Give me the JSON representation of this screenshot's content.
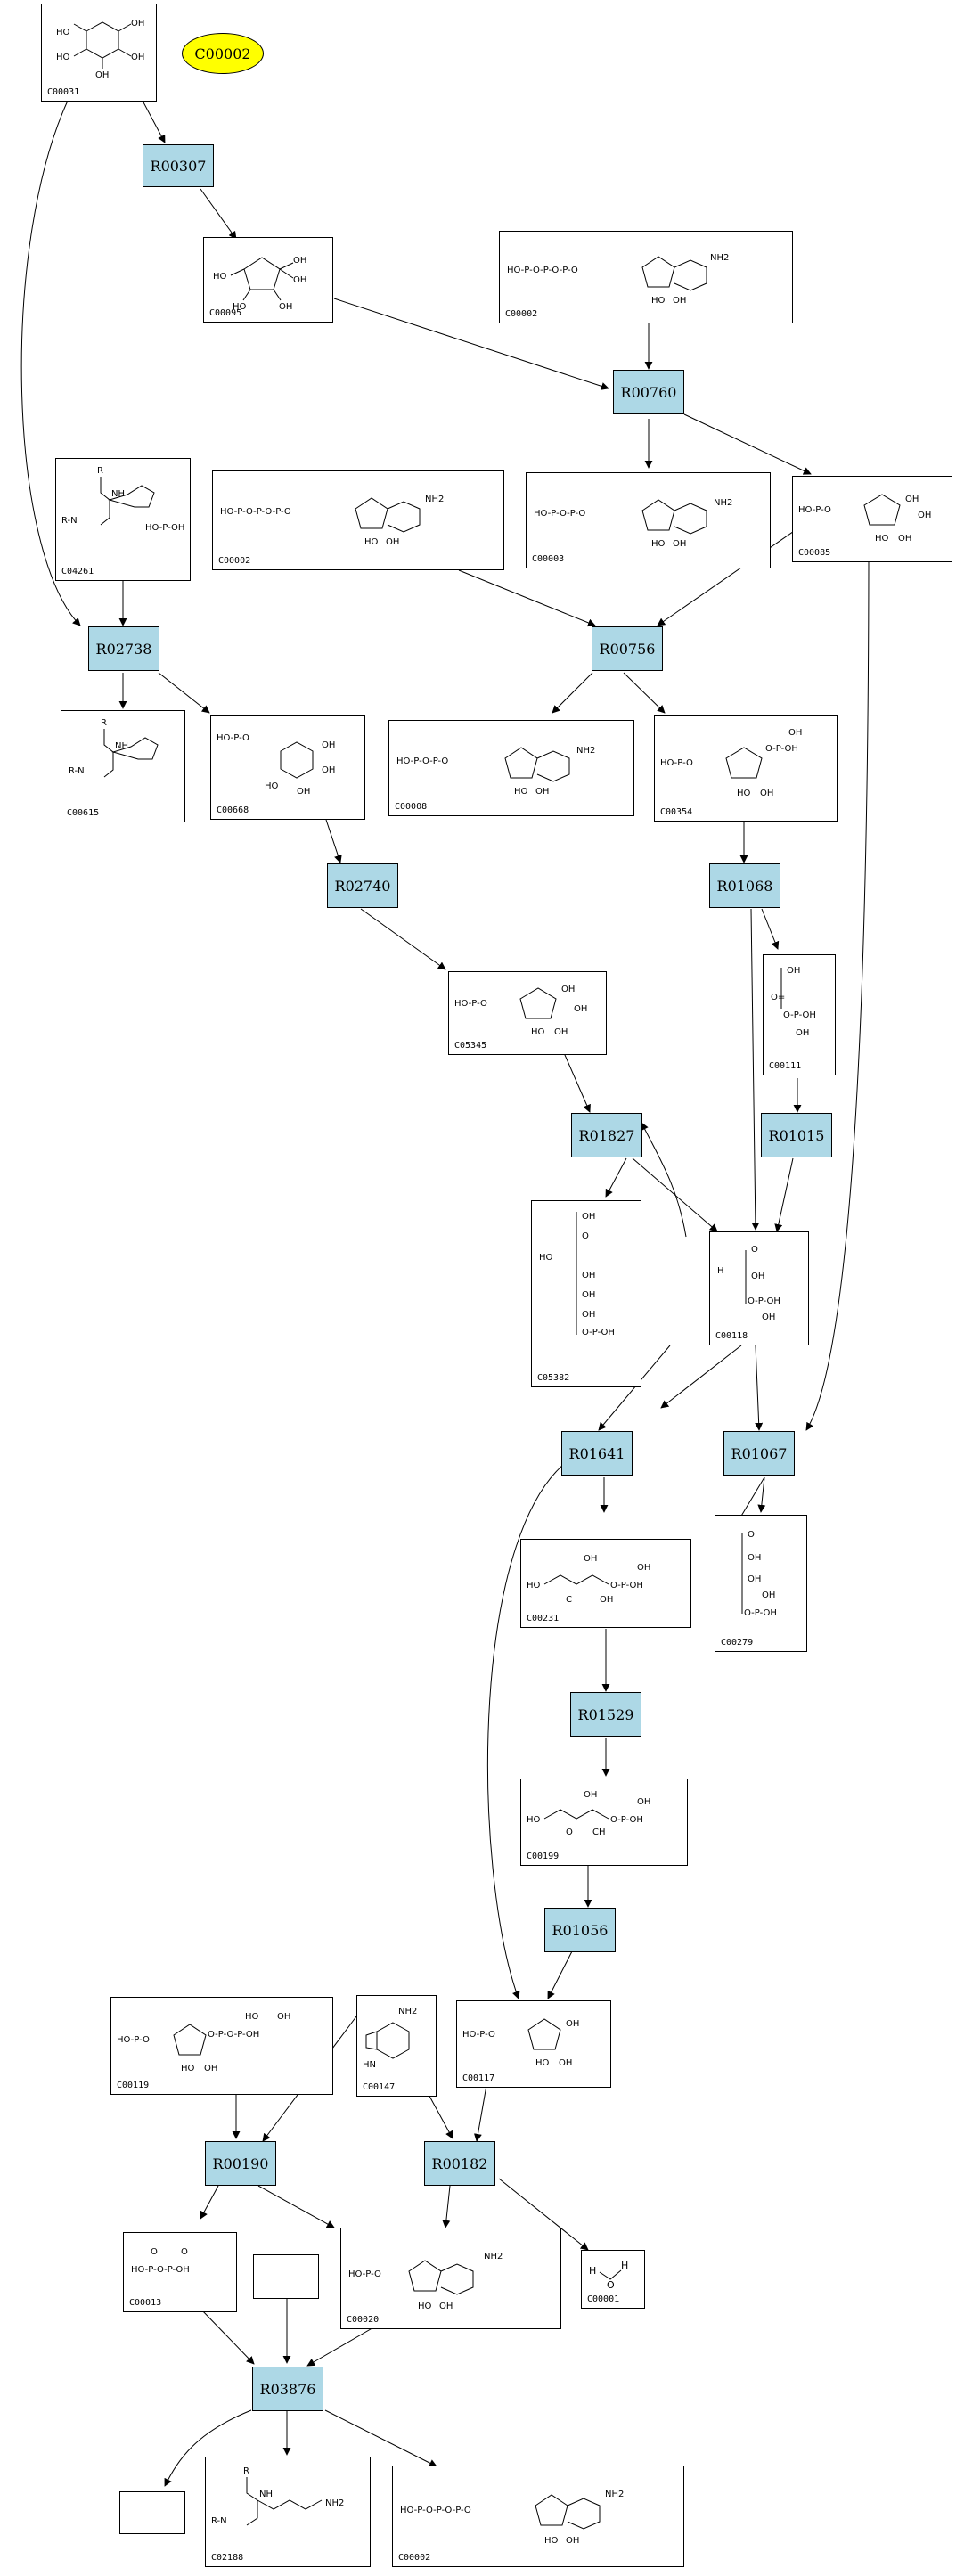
{
  "colors": {
    "reaction_fill": "#add8e6",
    "focus_fill": "#ffff00",
    "stroke": "#000000"
  },
  "focus": "C00002",
  "reactions": {
    "R00307": "R00307",
    "R00760": "R00760",
    "R02738": "R02738",
    "R00756": "R00756",
    "R02740": "R02740",
    "R01068": "R01068",
    "R01015": "R01015",
    "R01827": "R01827",
    "R01641": "R01641",
    "R01067": "R01067",
    "R01529": "R01529",
    "R01056": "R01056",
    "R00190": "R00190",
    "R00182": "R00182",
    "R03876": "R03876"
  },
  "compounds": {
    "C00031": "C00031",
    "C00095": "C00095",
    "C00002a": "C00002",
    "C00004261": "C04261",
    "C00002b": "C00002",
    "C00003a": "C00003",
    "C00085": "C00085",
    "C00615": "C00615",
    "C00668": "C00668",
    "C00008": "C00008",
    "C00354": "C00354",
    "C05345": "C05345",
    "C00111": "C00111",
    "C05382": "C05382",
    "C00118": "C00118",
    "C00231": "C00231",
    "C00279": "C00279",
    "C00199": "C00199",
    "C00119": "C00119",
    "C00147": "C00147",
    "C00117": "C00117",
    "C00013": "C00013",
    "C00020": "C00020",
    "C00001": "C00001",
    "C02188": "C02188",
    "C00002c": "C00002"
  }
}
